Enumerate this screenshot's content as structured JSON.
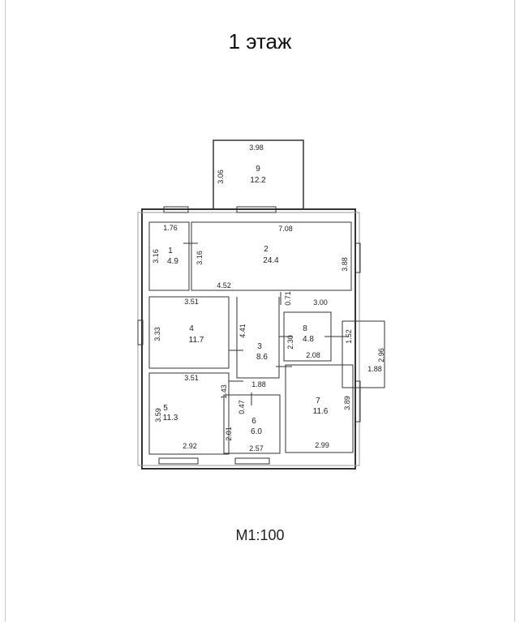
{
  "title": "1 этаж",
  "scale": "М1:100",
  "rooms": [
    {
      "id": "1",
      "area": "4.9"
    },
    {
      "id": "2",
      "area": "24.4"
    },
    {
      "id": "3",
      "area": "8.6"
    },
    {
      "id": "4",
      "area": "11.7"
    },
    {
      "id": "5",
      "area": "11.3"
    },
    {
      "id": "6",
      "area": "6.0"
    },
    {
      "id": "7",
      "area": "11.6"
    },
    {
      "id": "8",
      "area": "4.8"
    },
    {
      "id": "9",
      "area": "12.2"
    }
  ],
  "dimensions": {
    "d9_w": "3.98",
    "d9_h": "3.06",
    "d1_w": "1.76",
    "d1_h": "3.16",
    "d2_w": "7.08",
    "d2_h1": "3.16",
    "d2_h2": "3.88",
    "d2_w2": "4.52",
    "d_071": "0.71",
    "d_300": "3.00",
    "d4_w": "3.51",
    "d4_h": "3.33",
    "d3_h": "4.41",
    "d3_w": "1.88",
    "d_143": "1.43",
    "d_047": "0.47",
    "d8_h": "2.30",
    "d8_w": "2.08",
    "d_152": "1.52",
    "d_296": "2.96",
    "d_188b": "1.88",
    "d5_w": "3.51",
    "d5_h": "3.59",
    "d5_w2": "2.92",
    "d6_h": "2.01",
    "d6_w": "2.57",
    "d7_h": "3.89",
    "d7_w": "2.99"
  }
}
